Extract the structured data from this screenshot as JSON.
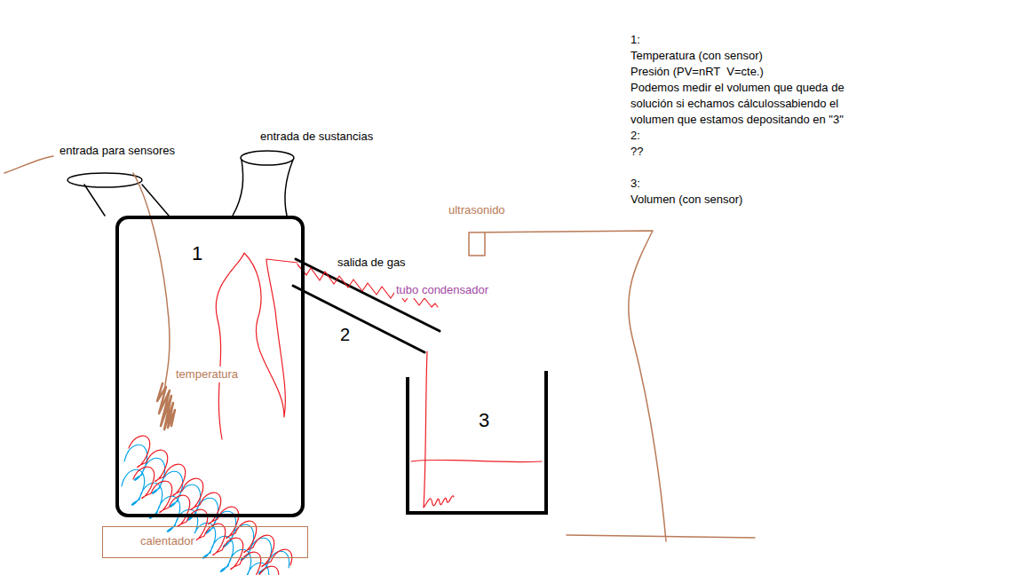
{
  "diagram": {
    "nodes": [
      {
        "text": [
          "1"
        ]
      },
      {
        "text": [
          "3"
        ]
      },
      {
        "text": [
          "calentador"
        ]
      }
    ],
    "labels": [
      "entrada para sensores",
      "entrada de sustancias",
      "salida de gas",
      "tubo condensador",
      "2",
      "ultrasonido",
      "temperatura",
      "1:",
      "Temperatura (con sensor)",
      "Presión (PV=nRT  V=cte.)",
      "Podemos medir el volumen que queda de solución si echamos cálculossabiendo el volumen que estamos depositando en \"3\"",
      "2:",
      "??",
      "3:",
      "Volumen (con sensor)"
    ]
  }
}
